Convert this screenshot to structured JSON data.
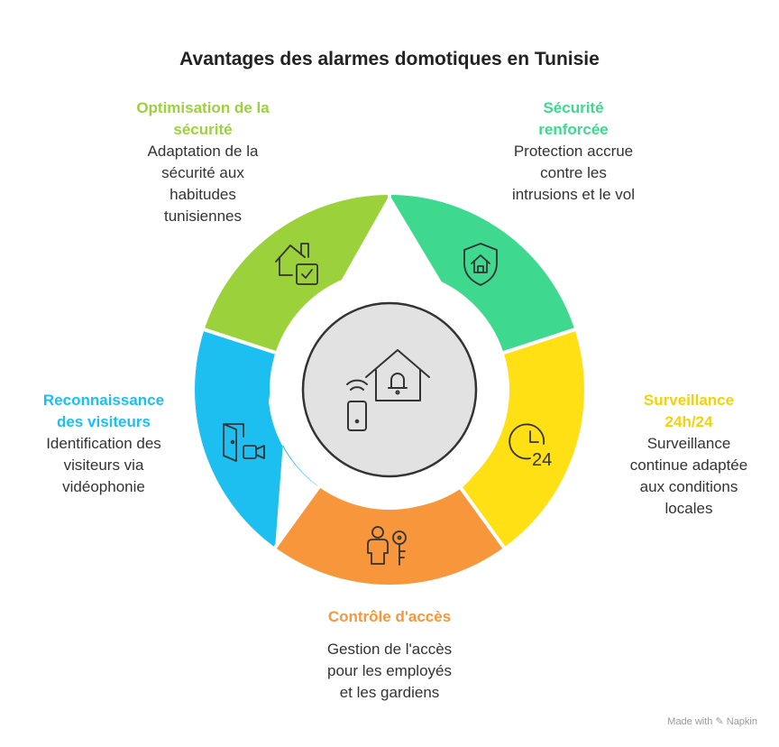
{
  "title": "Avantages des alarmes domotiques en Tunisie",
  "segments": [
    {
      "key": "optimisation",
      "heading": "Optimisation de la sécurité",
      "heading_lines": [
        "Optimisation de la",
        "sécurité"
      ],
      "description": "Adaptation de la sécurité aux habitudes tunisiennes",
      "description_lines": [
        "Adaptation de la",
        "sécurité aux",
        "habitudes",
        "tunisiennes"
      ],
      "color": "#9BD23C",
      "icon": "house-check-icon"
    },
    {
      "key": "securite",
      "heading": "Sécurité renforcée",
      "heading_lines": [
        "Sécurité",
        "renforcée"
      ],
      "description": "Protection accrue contre les intrusions et le vol",
      "description_lines": [
        "Protection accrue",
        "contre les",
        "intrusions et le vol"
      ],
      "color": "#3FD88F",
      "icon": "shield-house-icon"
    },
    {
      "key": "surveillance",
      "heading": "Surveillance 24h/24",
      "heading_lines": [
        "Surveillance",
        "24h/24"
      ],
      "description": "Surveillance continue adaptée aux conditions locales",
      "description_lines": [
        "Surveillance",
        "continue adaptée",
        "aux conditions",
        "locales"
      ],
      "color": "#FFE014",
      "icon": "clock-24-icon"
    },
    {
      "key": "controle",
      "heading": "Contrôle d'accès",
      "heading_lines": [
        "Contrôle d'accès"
      ],
      "description": "Gestion de l'accès pour les employés et les gardiens",
      "description_lines": [
        "Gestion de l'accès",
        "pour les employés",
        "et les gardiens"
      ],
      "color": "#F7963A",
      "icon": "person-key-icon"
    },
    {
      "key": "reconnaissance",
      "heading": "Reconnaissance des visiteurs",
      "heading_lines": [
        "Reconnaissance",
        "des visiteurs"
      ],
      "description": "Identification des visiteurs via vidéophonie",
      "description_lines": [
        "Identification des",
        "visiteurs via",
        "vidéophonie"
      ],
      "color": "#1DBEF0",
      "icon": "door-camera-icon"
    }
  ],
  "center_icon": "smart-home-bell-icon",
  "watermark": "Made with ✎ Napkin"
}
